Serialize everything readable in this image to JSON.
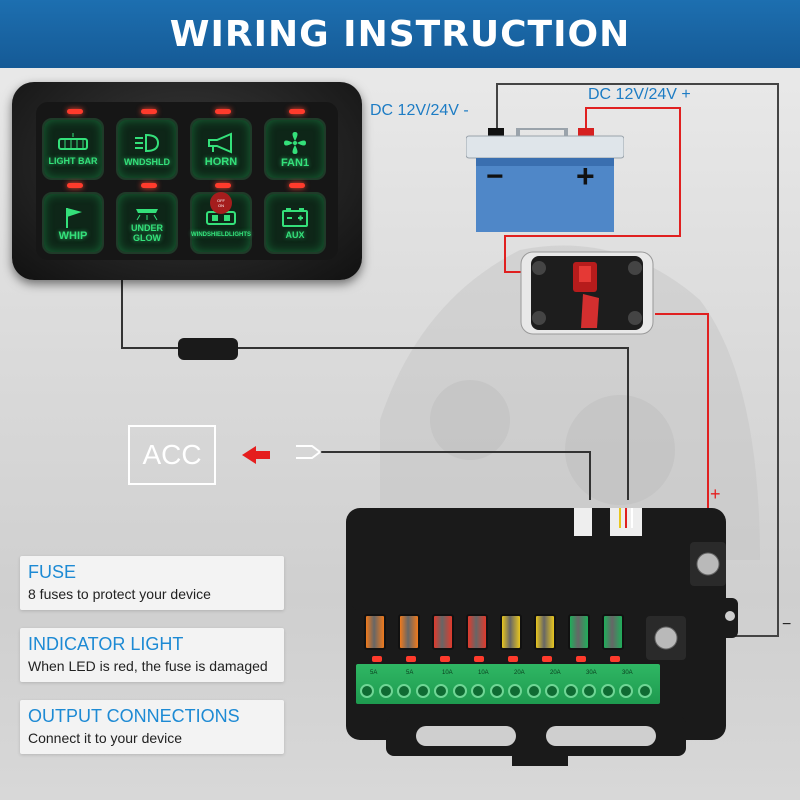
{
  "header": {
    "title": "WIRING INSTRUCTION"
  },
  "panel": {
    "switches": [
      {
        "label": "LIGHT BAR",
        "icon": "light-bar-icon"
      },
      {
        "label": "WNDSHLD",
        "icon": "headlight-icon"
      },
      {
        "label": "HORN",
        "icon": "horn-icon"
      },
      {
        "label": "FAN1",
        "icon": "fan-icon"
      },
      {
        "label": "WHIP",
        "icon": "flag-icon"
      },
      {
        "label": "UNDER GLOW",
        "icon": "underglow-icon"
      },
      {
        "label": "WINDSHIELDLIGHTS",
        "icon": "windshield-lights-icon"
      },
      {
        "label": "AUX",
        "icon": "battery-icon"
      }
    ],
    "power_button": {
      "label_top": "OFF",
      "label_bottom": "ON"
    },
    "colors": {
      "led_on": "#34e07a",
      "indicator": "#ff3b2c"
    }
  },
  "battery": {
    "neg_label": "DC 12V/24V -",
    "pos_label": "DC 12V/24V +",
    "minus": "−",
    "plus": "+"
  },
  "acc": {
    "label": "ACC"
  },
  "box": {
    "plus": "+",
    "minus": "−",
    "fuses": [
      {
        "color": "#f07a1c",
        "amp": "5A"
      },
      {
        "color": "#f07a1c",
        "amp": "5A"
      },
      {
        "color": "#e23a2c",
        "amp": "10A"
      },
      {
        "color": "#e23a2c",
        "amp": "10A"
      },
      {
        "color": "#e8c61e",
        "amp": "20A"
      },
      {
        "color": "#e8c61e",
        "amp": "20A"
      },
      {
        "color": "#1fae5a",
        "amp": "30A"
      },
      {
        "color": "#1fae5a",
        "amp": "30A"
      }
    ]
  },
  "cards": [
    {
      "title": "FUSE",
      "desc": "8 fuses to protect your device"
    },
    {
      "title": "INDICATOR LIGHT",
      "desc": "When LED is red, the fuse is damaged"
    },
    {
      "title": "OUTPUT CONNECTIONS",
      "desc": "Connect it to your device"
    }
  ]
}
